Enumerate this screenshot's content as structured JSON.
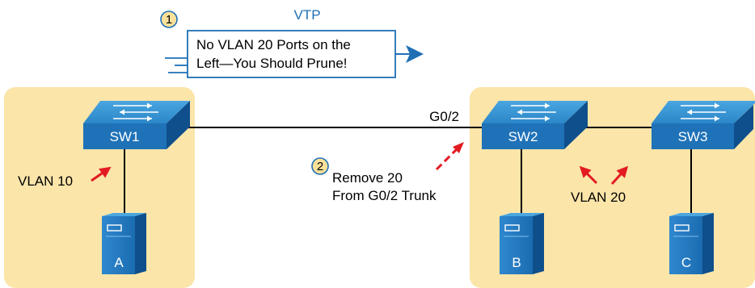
{
  "vtp_message": {
    "step_number": "1",
    "title": "VTP",
    "line1": "No VLAN 20 Ports on the",
    "line2": "Left—You Should Prune!"
  },
  "action": {
    "step_number": "2",
    "line1": "Remove 20",
    "line2": "From G0/2 Trunk"
  },
  "switches": {
    "sw1": "SW1",
    "sw2": "SW2",
    "sw3": "SW3"
  },
  "servers": {
    "a": "A",
    "b": "B",
    "c": "C"
  },
  "interface_label": "G0/2",
  "vlan_labels": {
    "left": "VLAN 10",
    "right": "VLAN 20"
  },
  "colors": {
    "site_background": "#fbe5a9",
    "device_blue": "#1f72b8",
    "device_top": "#3a9ad8",
    "arrow_red": "#e31b23",
    "accent_blue": "#1f6fb5",
    "step_circle": "#fbe19a"
  },
  "icons": {
    "switch": "switch-icon",
    "server": "server-icon",
    "arrow": "red-arrow-icon"
  }
}
